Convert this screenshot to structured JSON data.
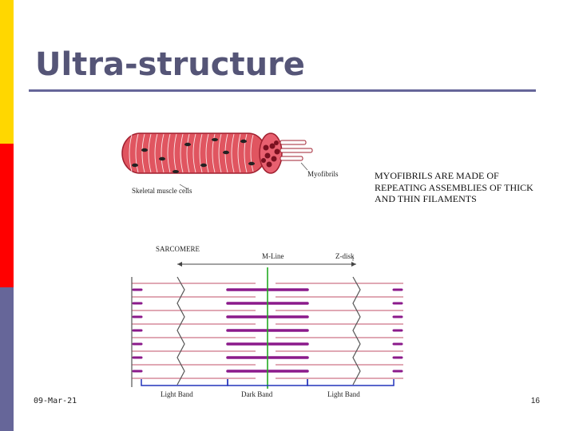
{
  "slide": {
    "title": "Ultra-structure",
    "caption": "MYOFIBRILS ARE MADE OF REPEATING ASSEMBLIES OF THICK AND THIN FILAMENTS",
    "footer_date": "09-Mar-21",
    "page_number": "16"
  },
  "figure": {
    "labels": {
      "myofibrils": "Myofibrils",
      "skeletal_muscle_cells": "Skeletal muscle cells",
      "sarcomere": "SARCOMERE",
      "m_line": "M-Line",
      "z_disk": "Z-disk",
      "light_band_left": "Light Band",
      "dark_band": "Dark Band",
      "light_band_right": "Light Band"
    }
  },
  "colors": {
    "sidebar_yellow": "#ffd700",
    "sidebar_red": "#ff0000",
    "sidebar_blue": "#666699",
    "title": "#555577",
    "muscle_red": "#d9434f",
    "thick_filament": "#8b1a8b",
    "thin_filament": "#c0506a",
    "m_line": "#22aa22",
    "band_bracket": "#2233bb"
  }
}
